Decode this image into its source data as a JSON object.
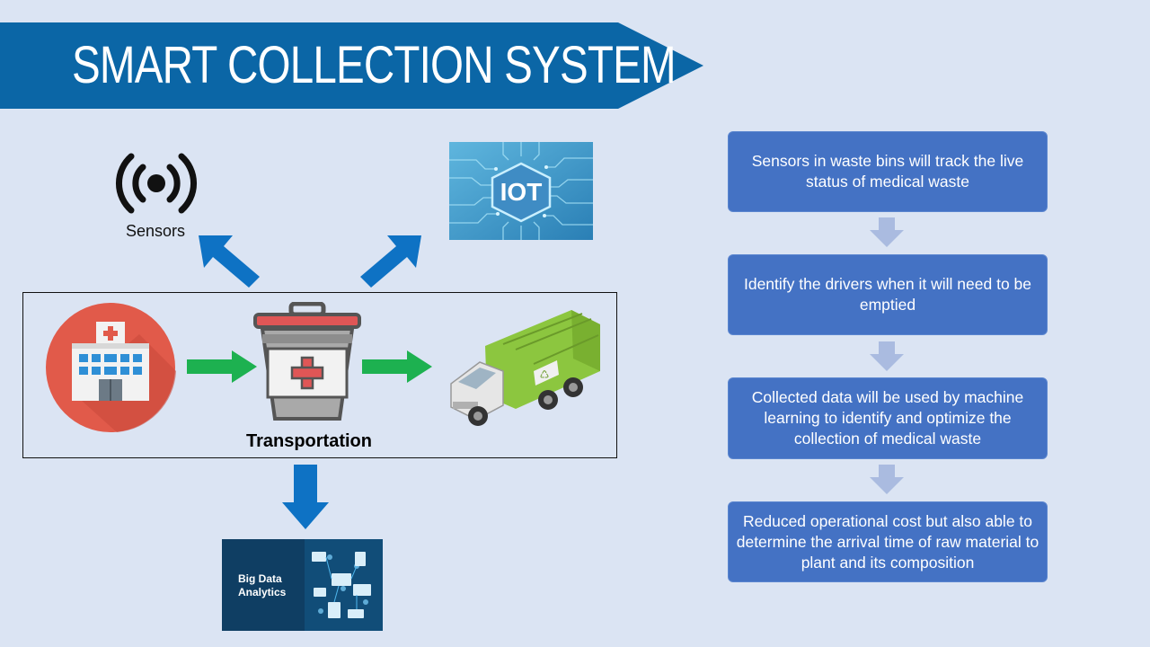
{
  "title": "SMART COLLECTION SYSTEM",
  "colors": {
    "background": "#dbe4f3",
    "banner": "#0b66a6",
    "flow_box": "#4472c4",
    "flow_arrow": "#aabbe0",
    "blue_arrow": "#0e72c4",
    "green_arrow": "#1db150"
  },
  "diagram": {
    "sensors_label": "Sensors",
    "iot_text": "IOT",
    "transport_label": "Transportation",
    "big_data_text_line1": "Big Data",
    "big_data_text_line2": "Analytics"
  },
  "flow": {
    "steps": [
      "Sensors in waste bins will track the live status of medical waste",
      "Identify the drivers when it will need to be emptied",
      "Collected data will be used by machine learning to identify and optimize the collection of medical waste",
      "Reduced operational cost but also able to determine the arrival time of raw material to plant and its composition"
    ]
  }
}
